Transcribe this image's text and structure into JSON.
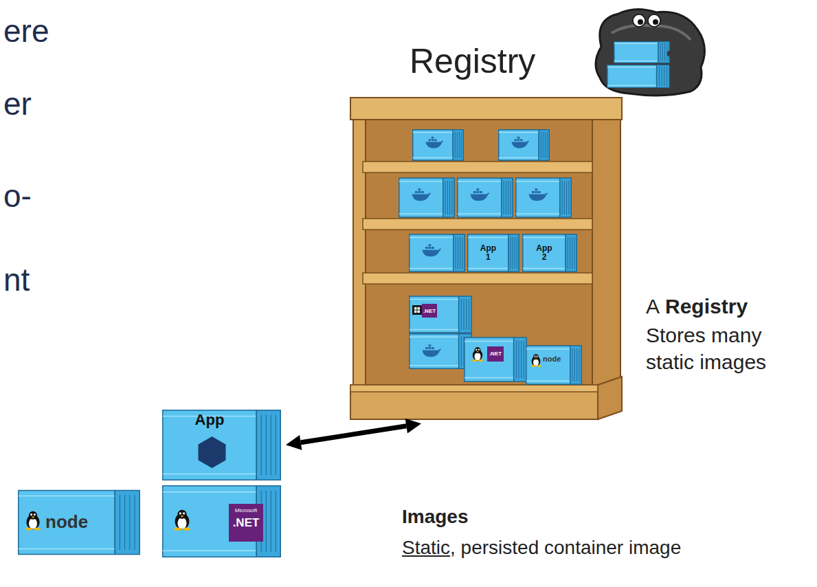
{
  "diagram": {
    "nodes": [
      {
        "text": [
          "Registry"
        ]
      },
      {
        "text": [
          "App 1"
        ],
        "in": 0
      },
      {
        "text": [
          "App 2"
        ],
        "in": 0
      },
      {
        "text": [
          "App"
        ]
      }
    ],
    "edges": [
      {
        "from": 0,
        "to": 3,
        "arrow": "both"
      }
    ],
    "labels": [
      "ere",
      "er",
      "o-",
      "nt",
      "A",
      "Registry",
      "Stores many static images",
      "Images",
      "Static",
      ", persisted container image",
      ".NET",
      ".NET",
      "node",
      "node",
      "Microsoft",
      ".NET"
    ]
  }
}
